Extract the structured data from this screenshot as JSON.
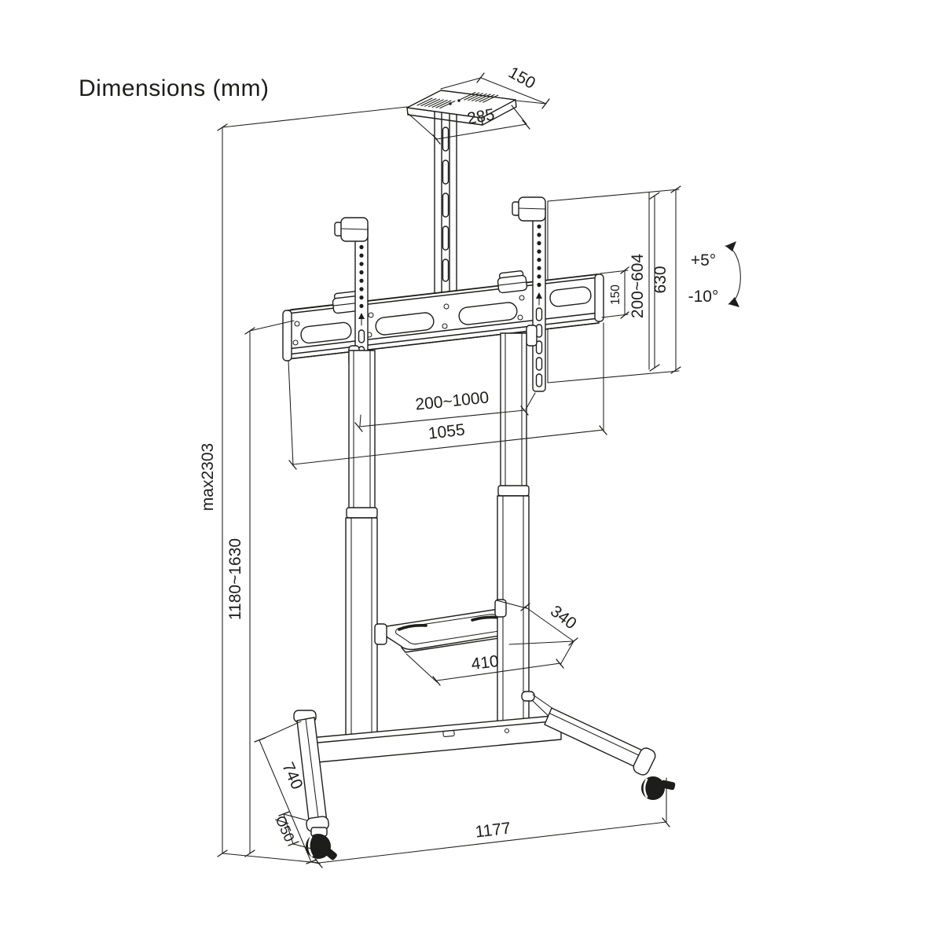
{
  "title": "Dimensions (mm)",
  "colors": {
    "line": "#1d1d1b",
    "background": "#ffffff"
  },
  "dims": {
    "camera_tray_depth": "150",
    "camera_tray_width": "285",
    "overall_max_height": "max2303",
    "screen_height_range": "1180~1630",
    "bar_end_height": "150",
    "vesa_height_range": "200~604",
    "bracket_total_height": "630",
    "tilt_up": "+5°",
    "tilt_down": "-10°",
    "vesa_width_range": "200~1000",
    "crossbar_length": "1055",
    "tray_depth": "340",
    "tray_width": "410",
    "base_leg_depth": "740",
    "caster_diameter": "Ø50",
    "base_width": "1177"
  }
}
